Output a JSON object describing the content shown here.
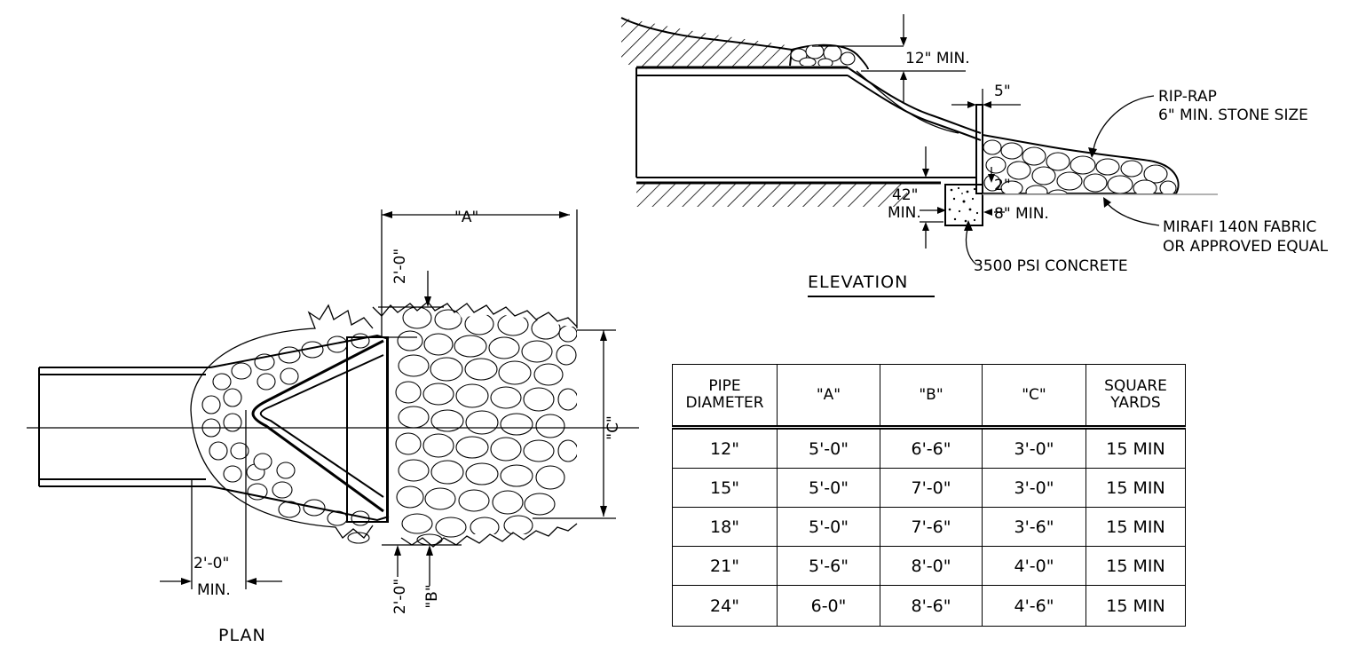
{
  "plan": {
    "title": "PLAN",
    "dims": {
      "a": "\"A\"",
      "b": "\"B\"",
      "c": "\"C\"",
      "top_2ft": "2'-0\"",
      "bottom_2ft": "2'-0\"",
      "left_2ft": "2'-0\"",
      "left_min": "MIN."
    }
  },
  "elevation": {
    "title": "ELEVATION",
    "dims": {
      "cover_min": "12\" MIN.",
      "five_in": "5\"",
      "two_in": "2\"",
      "forty_two_in": "42\"",
      "forty_two_min": "MIN.",
      "eight_min": "8\" MIN."
    },
    "notes": {
      "riprap_1": "RIP-RAP",
      "riprap_2": "6\" MIN. STONE SIZE",
      "fabric_1": "MIRAFI 140N FABRIC",
      "fabric_2": "OR APPROVED EQUAL",
      "concrete": "3500 PSI CONCRETE"
    }
  },
  "table": {
    "headers": [
      [
        "PIPE",
        "DIAMETER"
      ],
      [
        "\"A\""
      ],
      [
        "\"B\""
      ],
      [
        "\"C\""
      ],
      [
        "SQUARE",
        "YARDS"
      ]
    ],
    "rows": [
      [
        "12\"",
        "5'-0\"",
        "6'-6\"",
        "3'-0\"",
        "15 MIN"
      ],
      [
        "15\"",
        "5'-0\"",
        "7'-0\"",
        "3'-0\"",
        "15 MIN"
      ],
      [
        "18\"",
        "5'-0\"",
        "7'-6\"",
        "3'-6\"",
        "15 MIN"
      ],
      [
        "21\"",
        "5'-6\"",
        "8'-0\"",
        "4'-0\"",
        "15 MIN"
      ],
      [
        "24\"",
        "6-0\"",
        "8'-6\"",
        "4'-6\"",
        "15 MIN"
      ]
    ]
  }
}
